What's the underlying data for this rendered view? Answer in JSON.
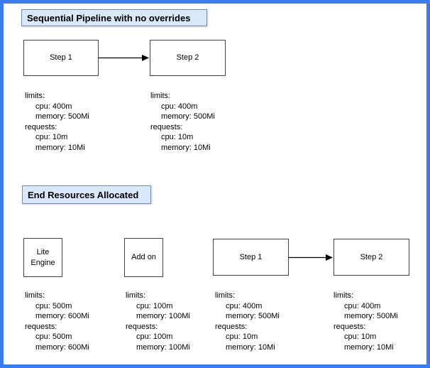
{
  "diagram": {
    "frame_color": "#3b7cf0",
    "background": "#ffffff"
  },
  "palette": {
    "title_fill": "#dae8fc",
    "title_border": "#6c8ebf",
    "node_fill": "#ffffff",
    "node_border": "#404040",
    "arrow_color": "#000000",
    "text_color": "#000000"
  },
  "sections": [
    {
      "title": "Sequential Pipeline with no overrides",
      "nodes": [
        {
          "label": "Step 1",
          "resources": [
            "limits:",
            "cpu: 400m",
            "memory: 500Mi",
            "requests:",
            "cpu: 10m",
            "memory: 10Mi"
          ]
        },
        {
          "label": "Step 2",
          "resources": [
            "limits:",
            "cpu: 400m",
            "memory: 500Mi",
            "requests:",
            "cpu: 10m",
            "memory: 10Mi"
          ]
        }
      ]
    },
    {
      "title": "End Resources Allocated",
      "nodes": [
        {
          "label": "Lite Engine",
          "resources": [
            "limits:",
            "cpu: 500m",
            "memory: 600Mi",
            "requests:",
            "cpu: 500m",
            "memory: 600Mi"
          ]
        },
        {
          "label": "Add on",
          "resources": [
            "limits:",
            "cpu: 100m",
            "memory: 100Mi",
            "requests:",
            "cpu: 100m",
            "memory: 100Mi"
          ]
        },
        {
          "label": "Step 1",
          "resources": [
            "limits:",
            "cpu: 400m",
            "memory: 500Mi",
            "requests:",
            "cpu: 10m",
            "memory: 10Mi"
          ]
        },
        {
          "label": "Step 2",
          "resources": [
            "limits:",
            "cpu: 400m",
            "memory: 500Mi",
            "requests:",
            "cpu: 10m",
            "memory: 10Mi"
          ]
        }
      ]
    }
  ]
}
